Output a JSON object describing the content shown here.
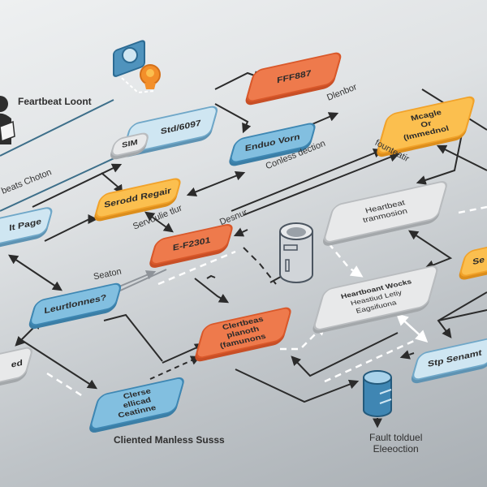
{
  "title_top": "Feartbeat Loont",
  "nodes": {
    "ffff87": "FFF887",
    "sim": "SIM",
    "std6097": "Std/6097",
    "enduo_vorn": "Enduo Vorn",
    "serodd_regair": "Serodd Regair",
    "eu_f2301": "E-F2301",
    "lt_page": "lt Page",
    "heartbeat_transmission": [
      "Heartbeat",
      "tranmosion"
    ],
    "heartbeat_vocks": [
      "Heartboant Wocks",
      "Heastiud Letiy",
      "Eagsifuona"
    ],
    "leurtlonnes": "Leurtlonnes?",
    "clertbeas": [
      "Clertbeas",
      "planoth",
      "(famunons"
    ],
    "clerse": [
      "Clerse",
      "ellicad",
      "Ceatinne"
    ],
    "stp_senamt": "Stp Senamt",
    "mcagle": [
      "Mcagle",
      "Or",
      "(Immednol"
    ],
    "partial_right": "Se",
    "partial_left": "ed"
  },
  "labels": {
    "dlenbor": "Dlenbor",
    "conless_dection": "Conless dection",
    "founteatir": "founteatir",
    "beats_choton": "beats Choton",
    "servo_tur": "Servoulie tlur",
    "desnur": "Desnur",
    "seaton": "Seaton"
  },
  "captions": {
    "bottom_left": "Cliented Manless Susss",
    "bottom_right": [
      "Fault tolduel",
      "Eleeoction"
    ]
  },
  "icons": [
    "user-gear-icon",
    "person-box-icon",
    "database-cylinder-icon",
    "storage-cylinder-icon"
  ]
}
